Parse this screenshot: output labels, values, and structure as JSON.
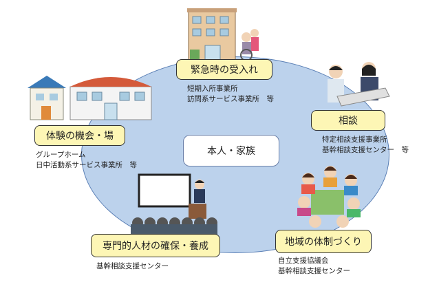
{
  "center": {
    "label": "本人・家族"
  },
  "nodes": {
    "emergency": {
      "label": "緊急時の受入れ",
      "sub": [
        "短期入所事業所",
        "訪問系サービス事業所　等"
      ]
    },
    "consultation": {
      "label": "相談",
      "sub": [
        "特定相談支援事業所",
        "基幹相談支援センター　等"
      ]
    },
    "experience": {
      "label": "体験の機会・場",
      "sub": [
        "グループホーム",
        "日中活動系サービス事業所　等"
      ]
    },
    "personnel": {
      "label": "専門的人材の確保・養成",
      "sub": [
        "基幹相談支援センター"
      ]
    },
    "community": {
      "label": "地域の体制づくり",
      "sub": [
        "自立支援協議会",
        "基幹相談支援センター"
      ]
    }
  },
  "colors": {
    "ellipse_fill": "#bcd2ec",
    "label_fill": "#fdf6b5",
    "label_border": "#333333"
  },
  "icons": [
    "facility-building-icon",
    "consultation-people-icon",
    "houses-icon",
    "lecture-audience-icon",
    "meeting-group-icon"
  ]
}
